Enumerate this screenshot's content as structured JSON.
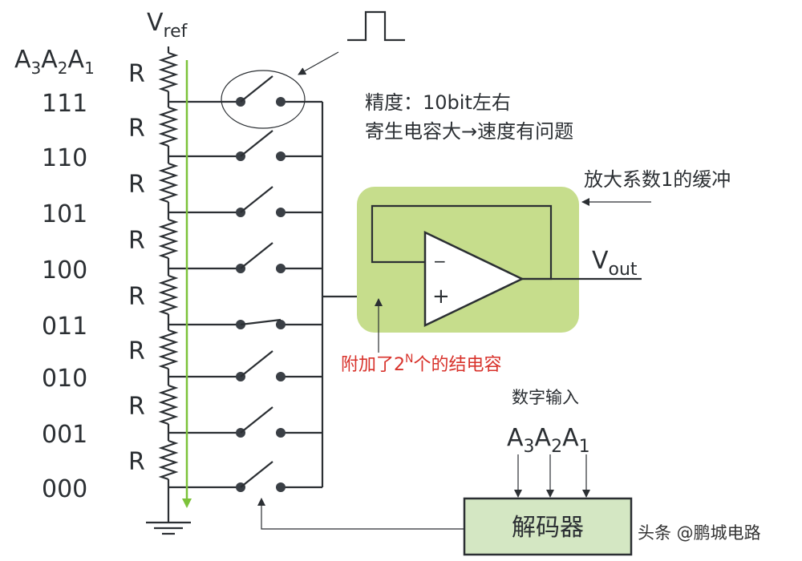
{
  "vref": {
    "main": "V",
    "sub": "ref"
  },
  "vout": {
    "main": "V",
    "sub": "out"
  },
  "code_header": {
    "a3": "A",
    "s3": "3",
    "a2": "A",
    "s2": "2",
    "a1": "A",
    "s1": "1"
  },
  "codes": [
    "111",
    "110",
    "101",
    "100",
    "011",
    "010",
    "001",
    "000"
  ],
  "resistor_label": "R",
  "closed_switch_code": "011",
  "notes": {
    "precision": "精度：10bit左右",
    "parasitic": "寄生电容大→速度有问题",
    "buffer": "放大系数1的缓冲",
    "junction_cap_prefix": "附加了2",
    "junction_cap_sup": "N",
    "junction_cap_suffix": "个的结电容"
  },
  "opamp": {
    "minus": "−",
    "plus": "+"
  },
  "digital_input": {
    "title": "数字输入",
    "a3": "A",
    "s3": "3",
    "a2": "A",
    "s2": "2",
    "a1": "A",
    "s1": "1"
  },
  "decoder_label": "解码器",
  "watermark": "头条 @鹏城电路",
  "colors": {
    "buffer_box": "#c6dd8c",
    "decoder_box": "#d4e7c3",
    "current_arrow": "#7cc23a",
    "annotation_red": "#d8322b"
  }
}
